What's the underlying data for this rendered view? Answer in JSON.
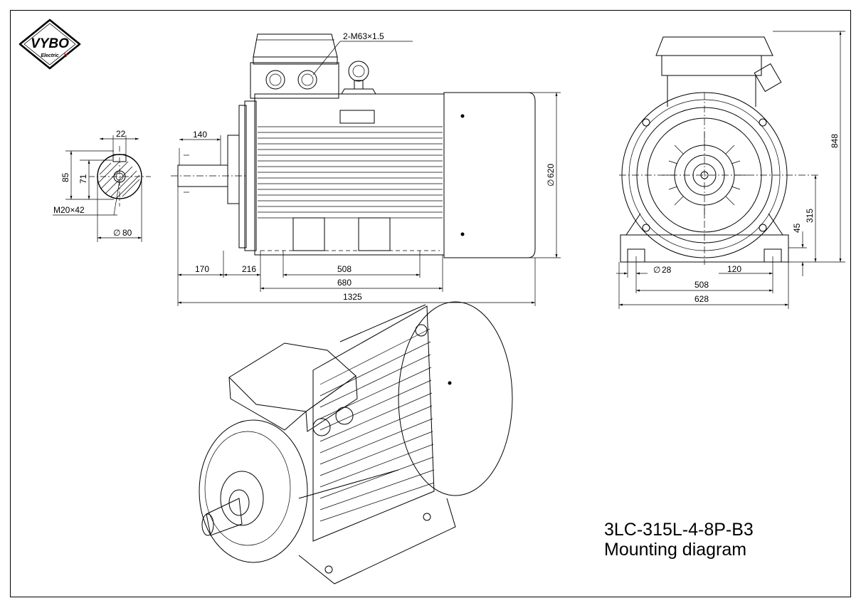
{
  "logo": {
    "brand": "VYBO",
    "subtitle": "Electric"
  },
  "shaft_end_view": {
    "keyway_width": "22",
    "height_85": "85",
    "height_71": "71",
    "thread": "M20×42",
    "diameter": "80"
  },
  "side_view": {
    "cable_glands": "2-M63×1.5",
    "shaft_length": "140",
    "body_diameter": "620",
    "dim_170": "170",
    "dim_216": "216",
    "dim_508": "508",
    "dim_680": "680",
    "dim_1325": "1325"
  },
  "front_view": {
    "height_848": "848",
    "shaft_height_315": "315",
    "foot_height_45": "45",
    "hole_diameter": "28",
    "dim_120": "120",
    "dim_508": "508",
    "dim_628": "628"
  },
  "title": {
    "model": "3LC-315L-4-8P-B3",
    "caption": "Mounting diagram"
  },
  "symbols": {
    "diameter": "∅"
  }
}
